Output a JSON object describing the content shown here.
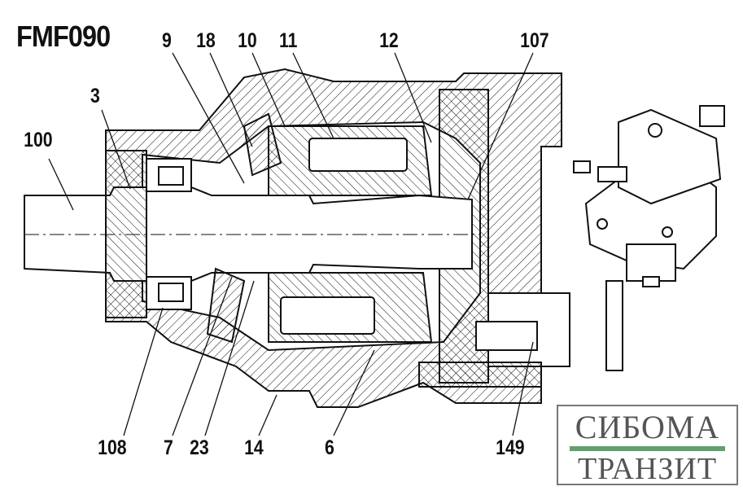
{
  "title": "FMF090",
  "labels": {
    "l9": "9",
    "l18": "18",
    "l10": "10",
    "l11": "11",
    "l12": "12",
    "l107": "107",
    "l3": "3",
    "l100": "100",
    "l108": "108",
    "l7": "7",
    "l23": "23",
    "l14": "14",
    "l6": "6",
    "l149": "149"
  },
  "logo": {
    "line1": "СИБОМА",
    "line2": "ТРАНЗИТ",
    "accent": "#5fa06f"
  }
}
